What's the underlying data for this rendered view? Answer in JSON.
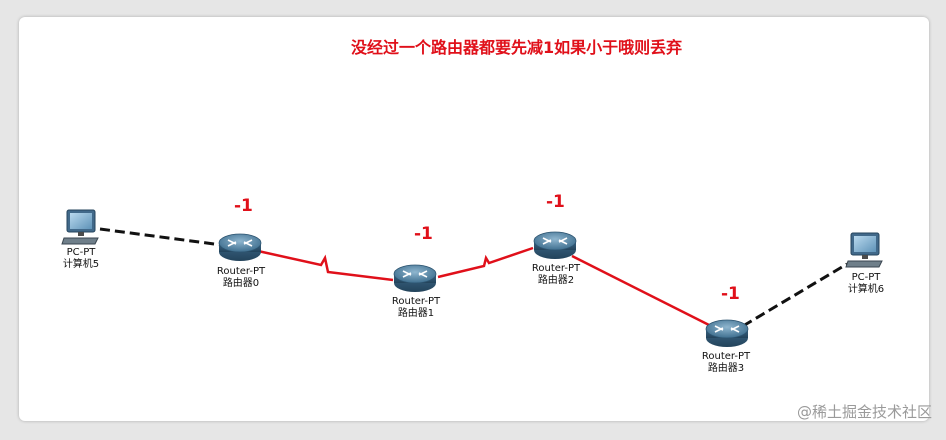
{
  "title": "没经过一个路由器都要先减1如果小于哦则丢弃",
  "watermark": "@稀土掘金技术社区",
  "colors": {
    "serial_link": "#e0101a",
    "ethernet_link": "#111111",
    "title": "#e0101a"
  },
  "nodes": [
    {
      "id": "pc5",
      "type": "pc",
      "model": "PC-PT",
      "name": "计算机5"
    },
    {
      "id": "r0",
      "type": "router",
      "model": "Router-PT",
      "name": "路由器0"
    },
    {
      "id": "r1",
      "type": "router",
      "model": "Router-PT",
      "name": "路由器1"
    },
    {
      "id": "r2",
      "type": "router",
      "model": "Router-PT",
      "name": "路由器2"
    },
    {
      "id": "r3",
      "type": "router",
      "model": "Router-PT",
      "name": "路由器3"
    },
    {
      "id": "pc6",
      "type": "pc",
      "model": "PC-PT",
      "name": "计算机6"
    }
  ],
  "links": [
    {
      "from": "pc5",
      "to": "r0",
      "kind": "ethernet-dashed"
    },
    {
      "from": "r0",
      "to": "r1",
      "kind": "serial"
    },
    {
      "from": "r1",
      "to": "r2",
      "kind": "serial"
    },
    {
      "from": "r2",
      "to": "r3",
      "kind": "serial-straight"
    },
    {
      "from": "r3",
      "to": "pc6",
      "kind": "ethernet-dashed"
    }
  ],
  "hop_labels": [
    "-1",
    "-1",
    "-1",
    "-1"
  ]
}
